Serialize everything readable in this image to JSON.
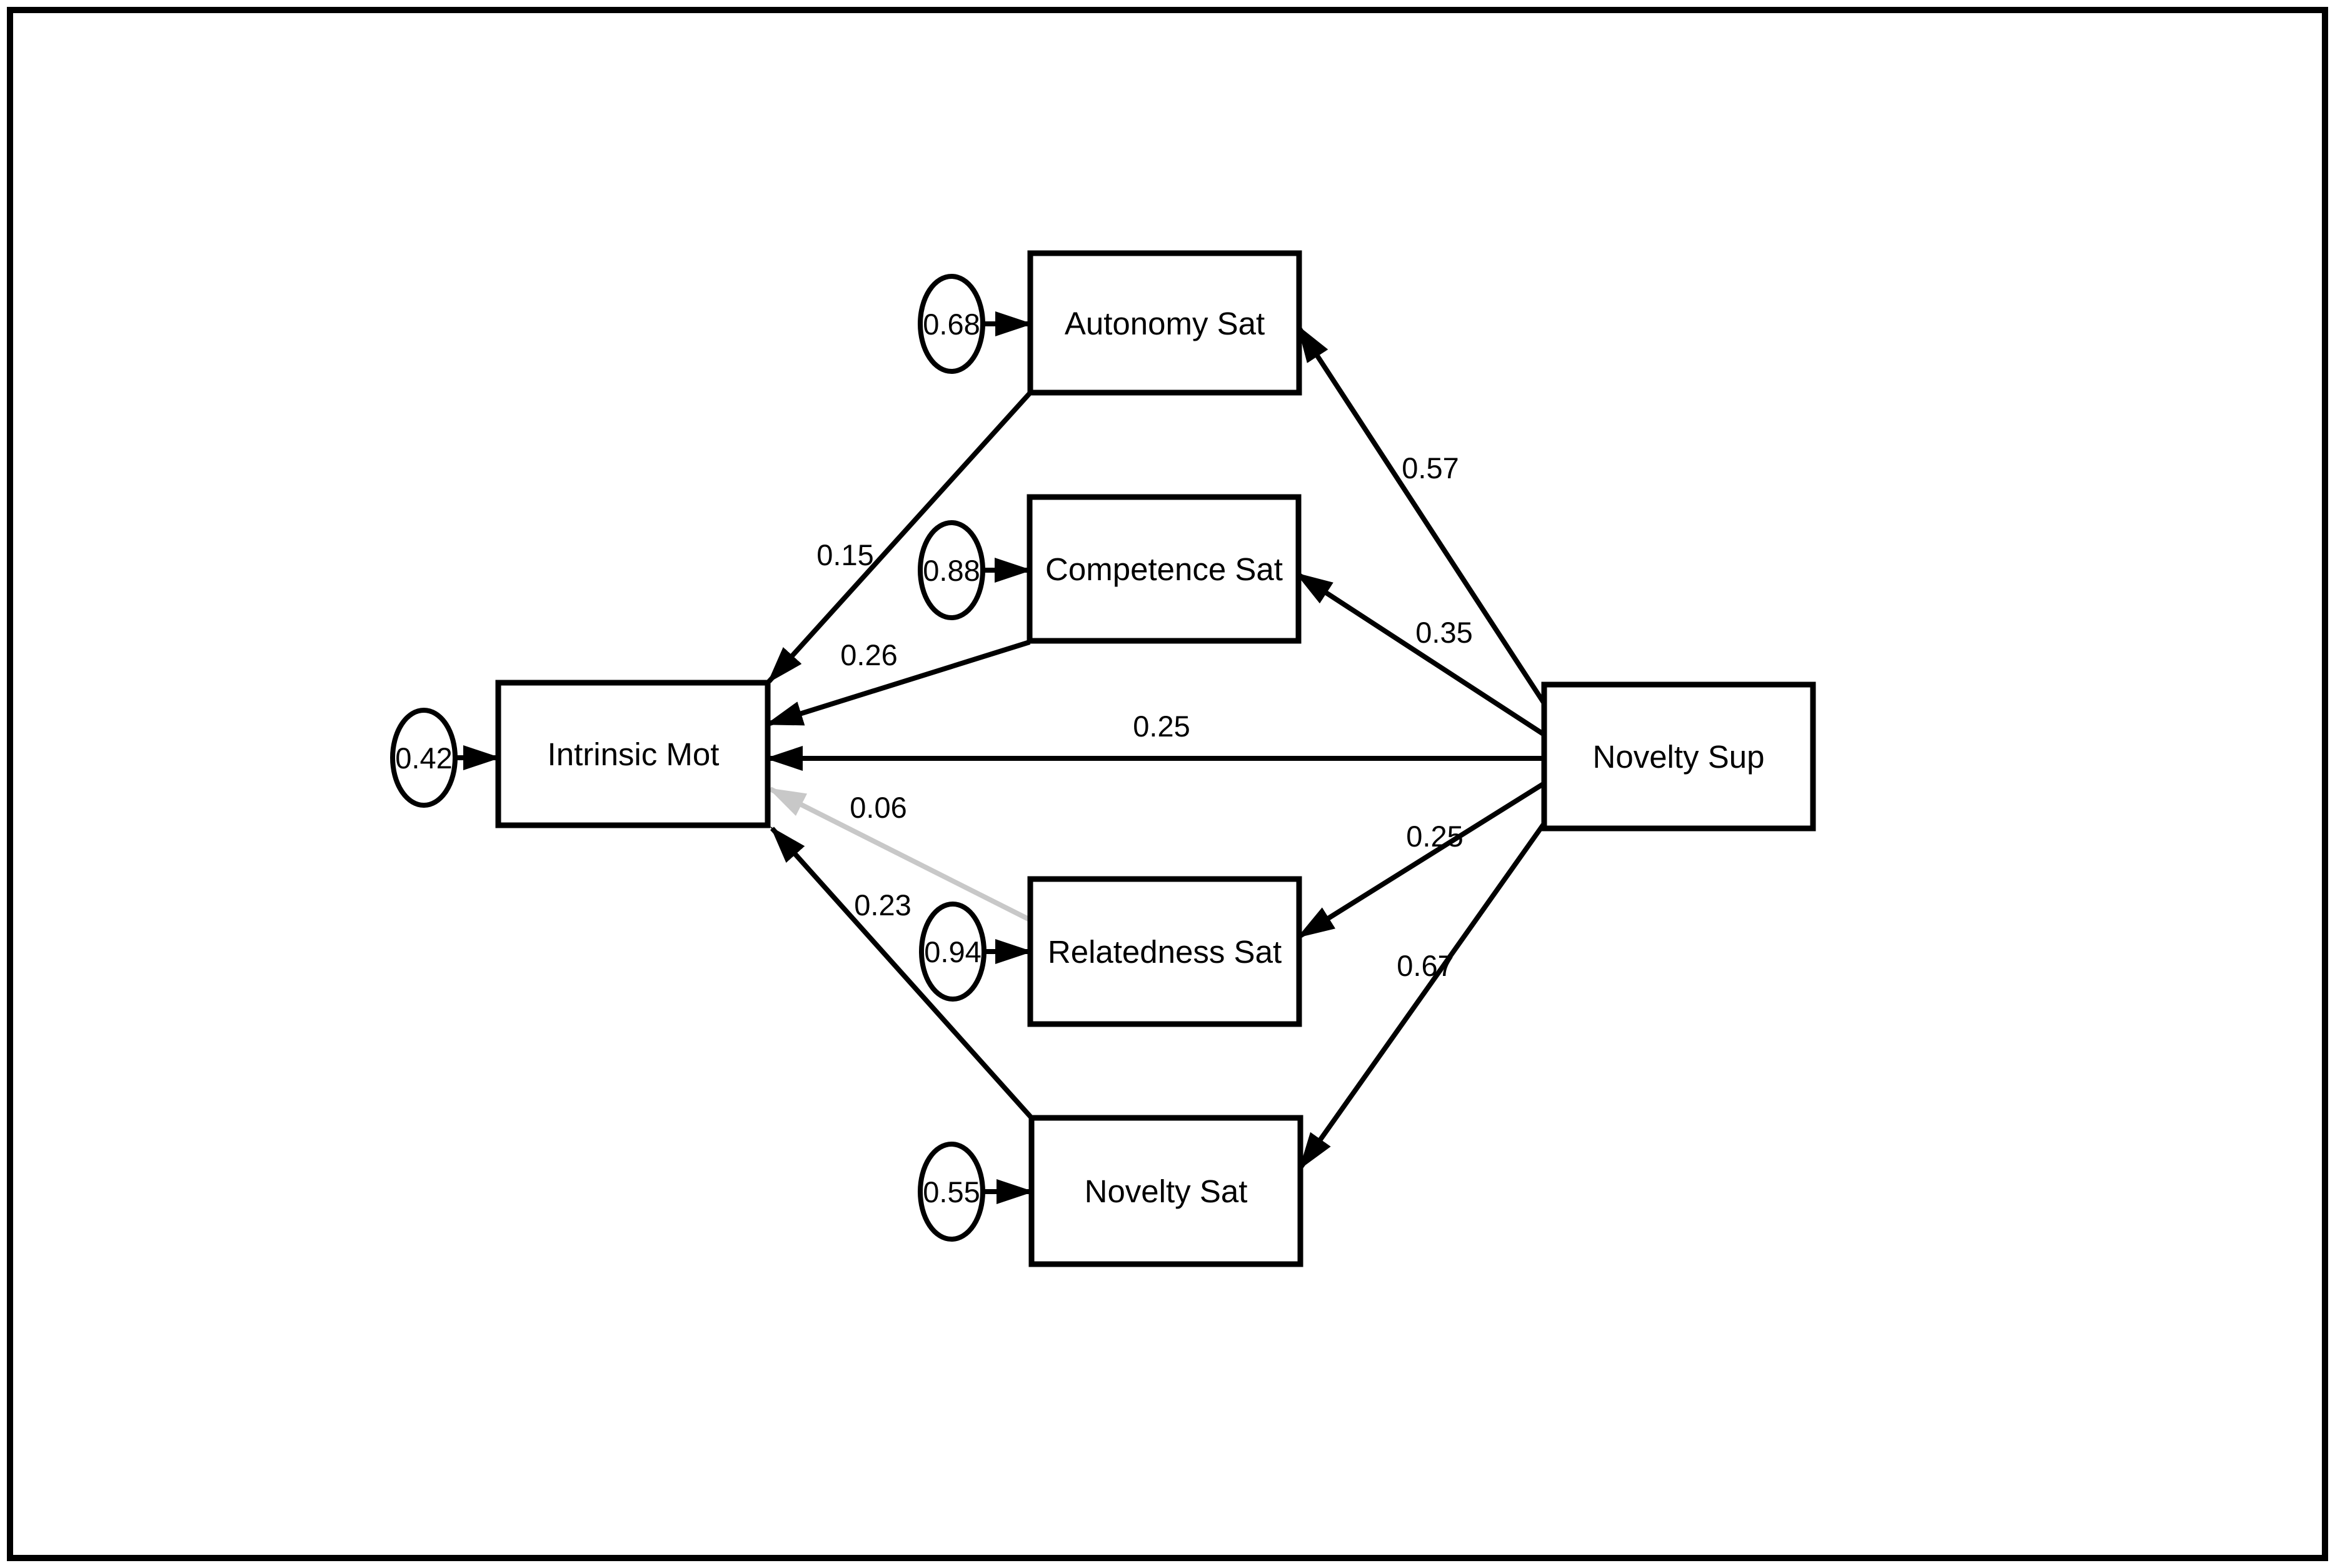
{
  "diagram": {
    "type": "SEM path diagram",
    "background_color": "#ffffff",
    "line_color": "#000000",
    "nonsignificant_line_color": "#c8c8c8",
    "nodes": {
      "autonomy_sat": {
        "label": "Autonomy Sat",
        "residual_variance": "0.68"
      },
      "competence_sat": {
        "label": "Competence Sat",
        "residual_variance": "0.88"
      },
      "relatedness_sat": {
        "label": "Relatedness Sat",
        "residual_variance": "0.94"
      },
      "novelty_sat": {
        "label": "Novelty Sat",
        "residual_variance": "0.55"
      },
      "intrinsic_mot": {
        "label": "Intrinsic Mot",
        "residual_variance": "0.42"
      },
      "novelty_sup": {
        "label": "Novelty Sup"
      }
    },
    "paths": [
      {
        "from": "Novelty Sup",
        "to": "Autonomy Sat",
        "coef": "0.57"
      },
      {
        "from": "Novelty Sup",
        "to": "Competence Sat",
        "coef": "0.35"
      },
      {
        "from": "Novelty Sup",
        "to": "Intrinsic Mot",
        "coef": "0.25"
      },
      {
        "from": "Novelty Sup",
        "to": "Relatedness Sat",
        "coef": "0.25"
      },
      {
        "from": "Novelty Sup",
        "to": "Novelty Sat",
        "coef": "0.67"
      },
      {
        "from": "Autonomy Sat",
        "to": "Intrinsic Mot",
        "coef": "0.15"
      },
      {
        "from": "Competence Sat",
        "to": "Intrinsic Mot",
        "coef": "0.26"
      },
      {
        "from": "Relatedness Sat",
        "to": "Intrinsic Mot",
        "coef": "0.06",
        "nonsignificant": true
      },
      {
        "from": "Novelty Sat",
        "to": "Intrinsic Mot",
        "coef": "0.23"
      }
    ]
  }
}
